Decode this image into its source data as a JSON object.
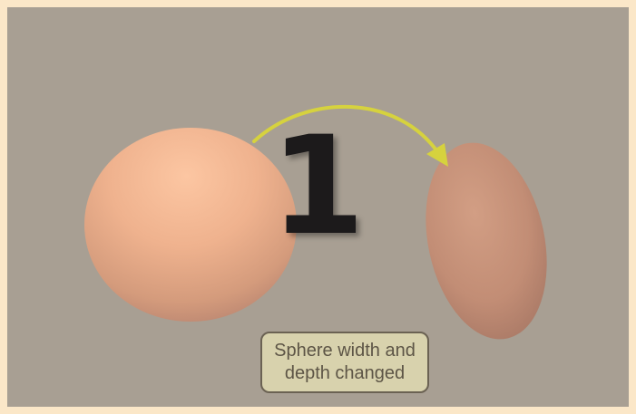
{
  "step": {
    "number": "1"
  },
  "caption": {
    "line1": "Sphere width and",
    "line2": "depth changed"
  },
  "colors": {
    "outer_border": "#fbe7c8",
    "background": "#a89f93",
    "sphere": "#f3b996",
    "ellipsoid": "#c8937b",
    "arrow": "#d6d23e",
    "number": "#1c1a1b",
    "caption_fill": "#d8d2ad",
    "caption_border": "#6b6253"
  }
}
